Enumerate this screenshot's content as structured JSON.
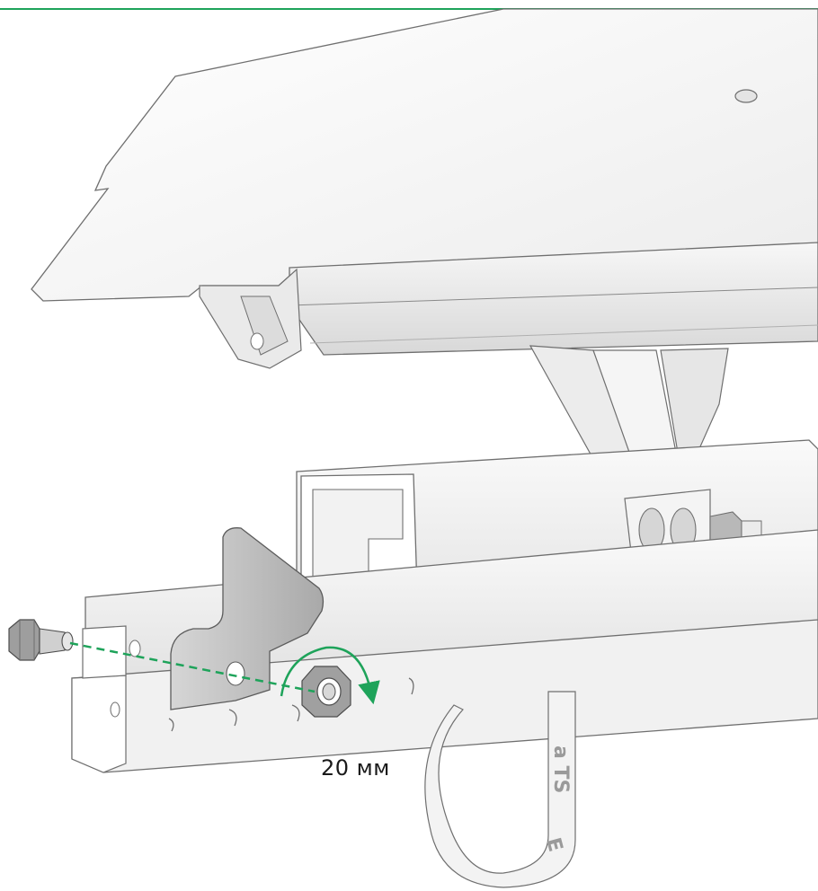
{
  "colors": {
    "accent": "#1ea35a",
    "outline": "#6f6f6f",
    "metal_light": "#f3f3f3",
    "metal_mid": "#dcdcdc",
    "metal_dark": "#9a9a9a",
    "bracket": "#bdbdbd"
  },
  "labels": {
    "distance": "20 мм",
    "strap_text": "a TS",
    "strap_text_2": "E"
  },
  "icons": {
    "bolt": "hex-bolt-icon",
    "nut": "hex-nut-icon",
    "rotation": "clockwise-arrow-icon"
  }
}
